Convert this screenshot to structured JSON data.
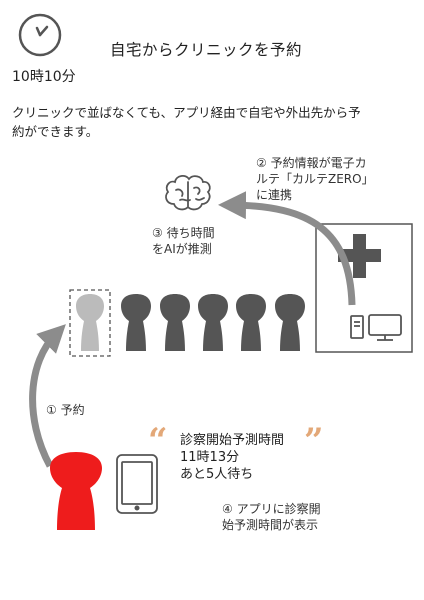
{
  "title": "自宅からクリニックを予約",
  "clock": {
    "time": "10時10分",
    "icon": "clock-icon"
  },
  "intro": {
    "line1": "クリニックで並ばなくても、アプリ経由で自宅や外出先から予",
    "line2": "約ができます。"
  },
  "steps": {
    "step1": "① 予約",
    "step2": {
      "line1": "② 予約情報が電子カ",
      "line2": "ルテ「カルテZERO」",
      "line3": "に連携"
    },
    "step3": {
      "line1": "③ 待ち時間",
      "line2": "をAIが推測"
    },
    "step4": {
      "line1": "④ アプリに診察開",
      "line2": "始予測時間が表示"
    }
  },
  "bubble": {
    "open_quote": "“",
    "close_quote": "”",
    "line1": "診察開始予測時間",
    "line2": "11時13分",
    "line3": "あと5人待ち"
  },
  "icons": {
    "brain": "brain-icon",
    "clinic": "medical-cross-icon",
    "computer": "computer-icon",
    "tablet": "tablet-icon",
    "patient": "person-icon"
  },
  "colors": {
    "patient": "#ee1c1c",
    "queue": "#555555",
    "placeholder": "#bbbbbb",
    "arrow": "#8c8c8c",
    "quote": "#e3a878"
  }
}
